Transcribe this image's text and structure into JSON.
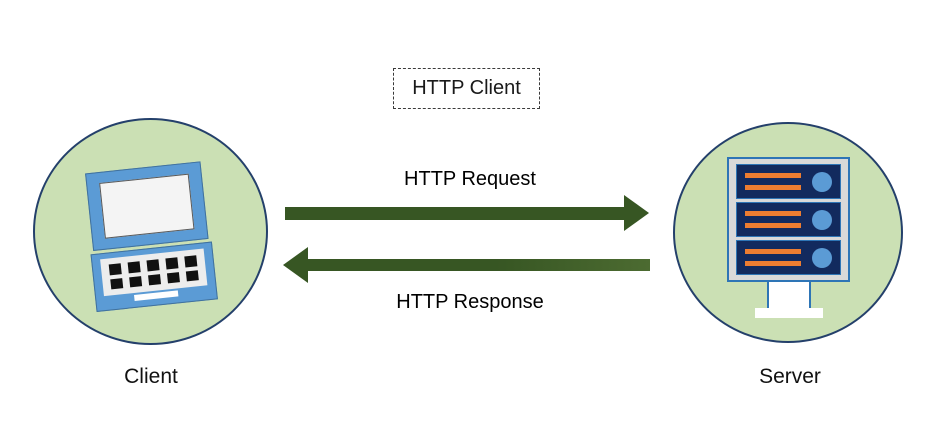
{
  "diagram": {
    "title_box": {
      "label": "HTTP Client"
    },
    "flows": {
      "request": {
        "label": "HTTP Request",
        "direction": "left-to-right"
      },
      "response": {
        "label": "HTTP Response",
        "direction": "right-to-left"
      }
    },
    "nodes": {
      "client": {
        "label": "Client",
        "icon": "laptop-icon"
      },
      "server": {
        "label": "Server",
        "icon": "server-rack-icon"
      }
    },
    "colors": {
      "node_fill": "#cbe0b4",
      "node_border": "#24406b",
      "arrow_green": "#375623",
      "arrow_green_light": "#4c6b31",
      "laptop_blue": "#5b9bd5",
      "laptop_blue_outline": "#41719c",
      "server_navy": "#122a5e",
      "server_accent_orange": "#ed7d31",
      "server_led_blue": "#5b9bd5",
      "server_frame_gray": "#d9d9d9",
      "server_frame_border": "#2e75b6"
    }
  }
}
